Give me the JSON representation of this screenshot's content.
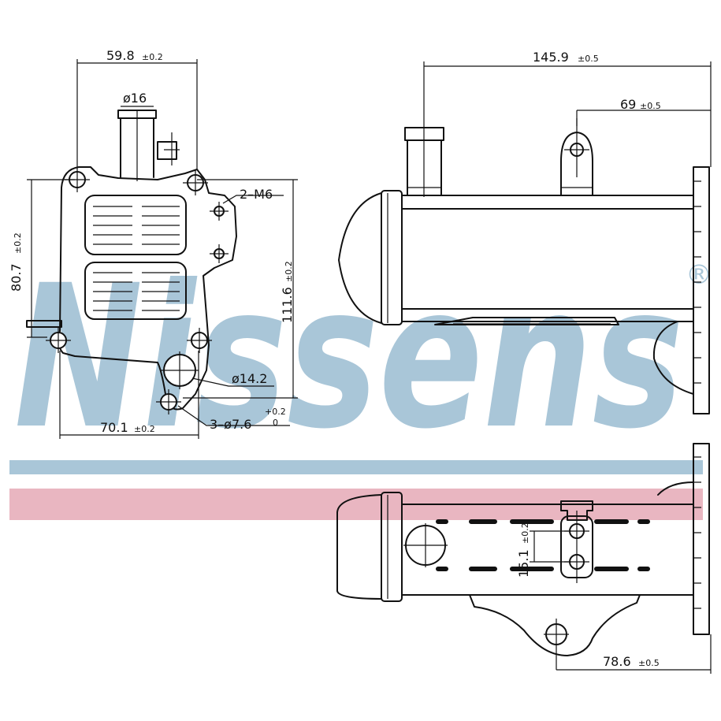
{
  "watermark": {
    "brand": "Nissens",
    "registered": "®",
    "text_color": "#a9c6d8",
    "band_top_color": "#a9c6d8",
    "band_bottom_color": "#e9b6c1"
  },
  "dimensions": {
    "top_width": {
      "value": "59.8",
      "tol": "±0.2"
    },
    "pipe_dia": {
      "value": "ø16"
    },
    "thread": {
      "value": "2–M6"
    },
    "left_height": {
      "value": "80.7",
      "tol": "±0.2"
    },
    "right_height": {
      "value": "111.6",
      "tol": "±0.2"
    },
    "hole_dia": {
      "value": "ø14.2"
    },
    "bottom_width": {
      "value": "70.1",
      "tol": "±0.2"
    },
    "holes": {
      "value": "3–ø7.6",
      "tol_upper": "+0.2",
      "tol_lower": "0"
    },
    "overall_length": {
      "value": "145.9",
      "tol": "±0.5"
    },
    "bracket_pos": {
      "value": "69",
      "tol": "±0.5"
    },
    "hole_spacing": {
      "value": "15.1",
      "tol": "±0.2"
    },
    "bottom_length": {
      "value": "78.6",
      "tol": "±0.5"
    }
  }
}
